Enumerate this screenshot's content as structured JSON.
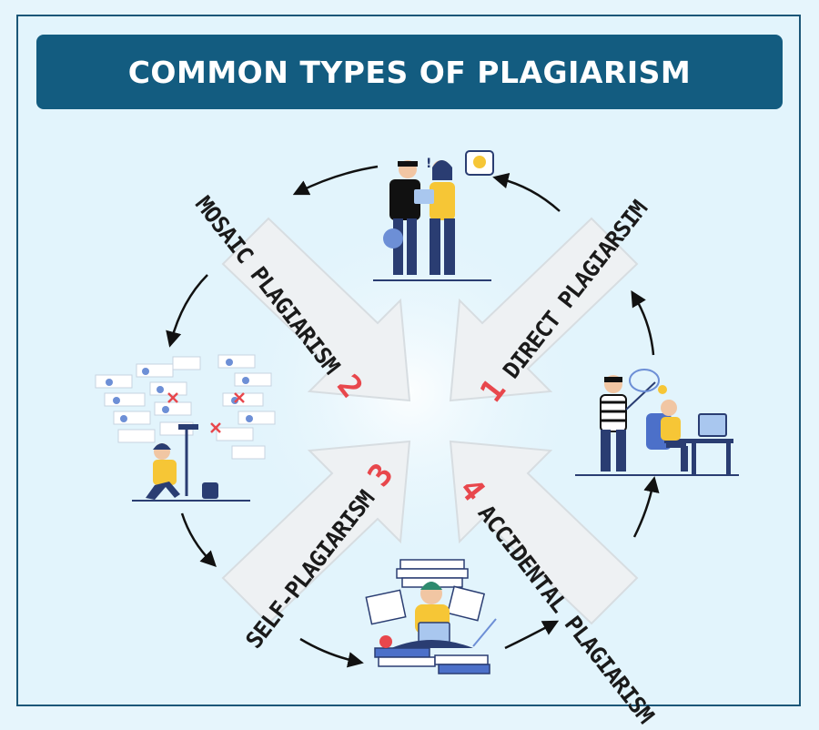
{
  "title": "COMMON TYPES OF PLAGIARISM",
  "types": [
    {
      "number": "1",
      "label": "DIRECT PLAGIARSIM"
    },
    {
      "number": "2",
      "label": "MOSAIC PLAGIARISM"
    },
    {
      "number": "3",
      "label": "SELF-PLAGIARISM"
    },
    {
      "number": "4",
      "label": "ACCIDENTAL PLAGIARISM"
    }
  ],
  "colors": {
    "title_bg": "#135c80",
    "accent_number": "#e8474c",
    "background": "#e2f4fc",
    "figure_yellow": "#f6c636",
    "figure_navy": "#2a3d72"
  }
}
